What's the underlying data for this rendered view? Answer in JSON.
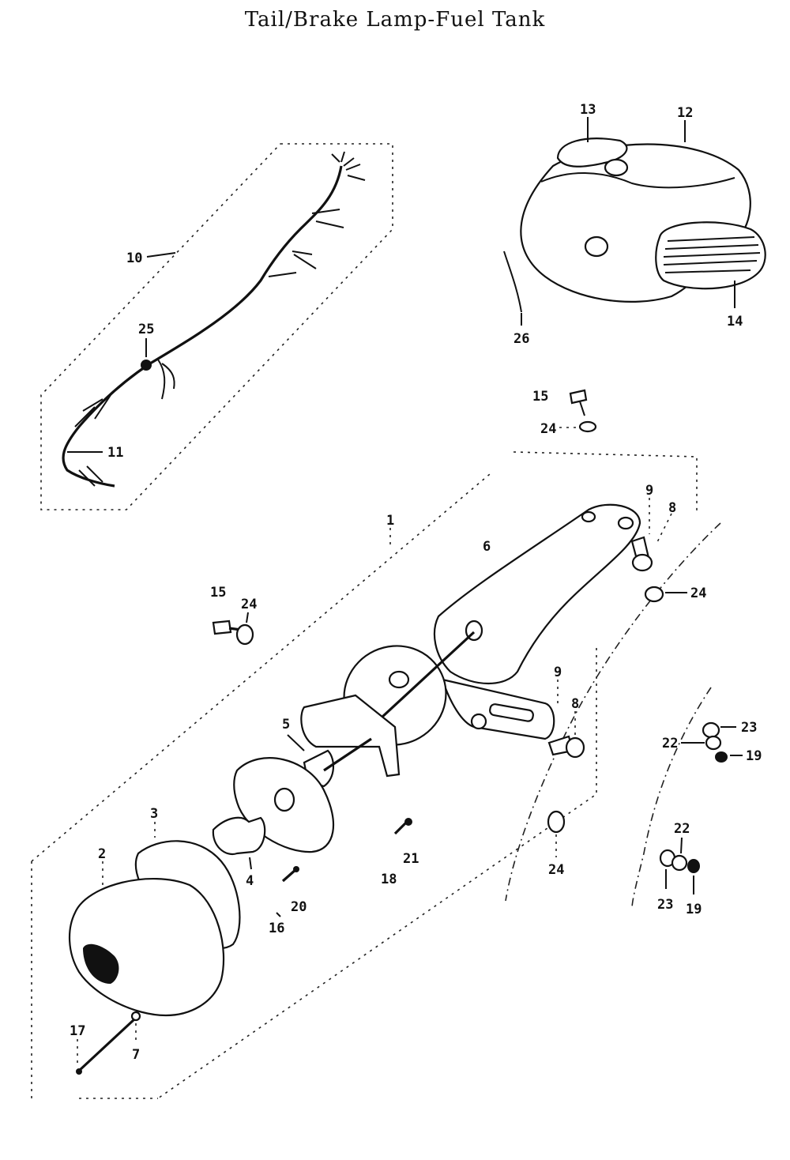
{
  "title": "Tail/Brake Lamp-Fuel Tank",
  "labels": {
    "l1": "1",
    "l2": "2",
    "l3": "3",
    "l4": "4",
    "l5": "5",
    "l6": "6",
    "l7": "7",
    "l8a": "8",
    "l8b": "8",
    "l9a": "9",
    "l9b": "9",
    "l10": "10",
    "l11": "11",
    "l12": "12",
    "l13": "13",
    "l14": "14",
    "l15a": "15",
    "l15b": "15",
    "l16": "16",
    "l17": "17",
    "l18": "18",
    "l19a": "19",
    "l19b": "19",
    "l20": "20",
    "l21": "21",
    "l22a": "22",
    "l22b": "22",
    "l23a": "23",
    "l23b": "23",
    "l24a": "24",
    "l24b": "24",
    "l24c": "24",
    "l24d": "24",
    "l25": "25",
    "l26": "26"
  }
}
